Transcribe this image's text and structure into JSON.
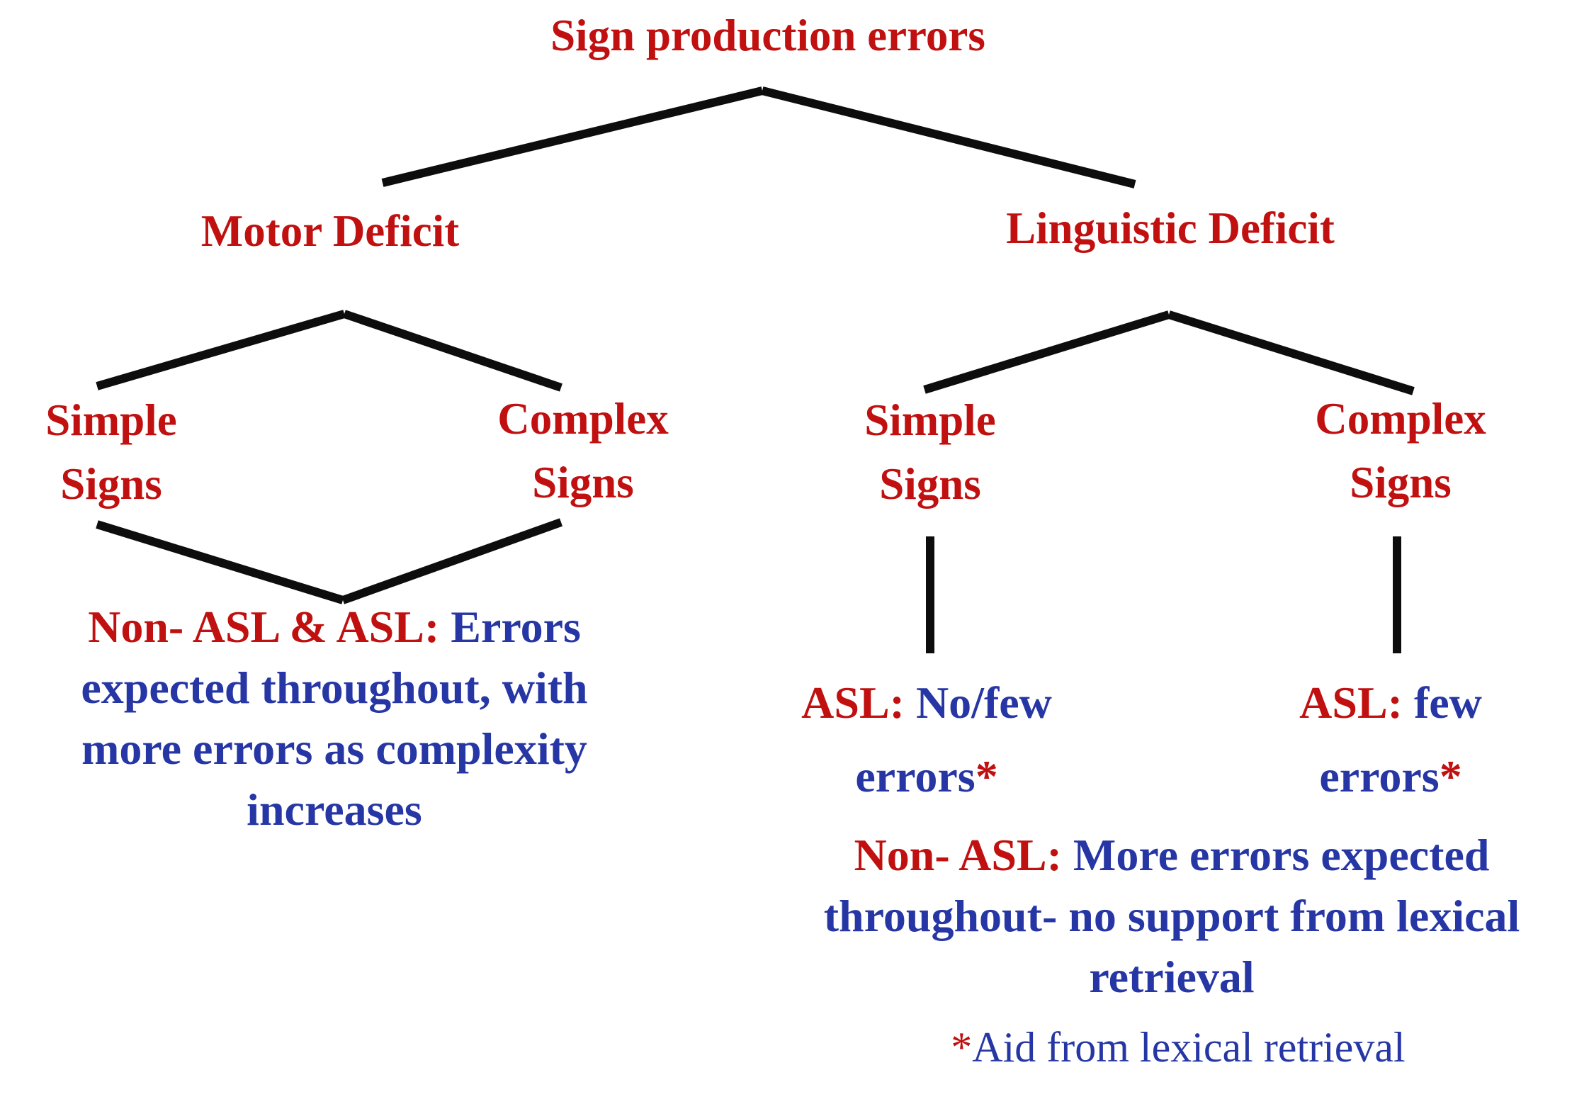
{
  "diagram": {
    "title": "Sign production errors",
    "colors": {
      "red": "#c01010",
      "blue": "#2636a4",
      "line": "#0d0d0d",
      "background": "#ffffff"
    },
    "branches": {
      "motor": {
        "label": "Motor Deficit"
      },
      "linguistic": {
        "label": "Linguistic Deficit"
      }
    },
    "nodes": {
      "motor_simple": {
        "line1": "Simple",
        "line2": "Signs"
      },
      "motor_complex": {
        "line1": "Complex",
        "line2": "Signs"
      },
      "ling_simple": {
        "line1": "Simple",
        "line2": "Signs"
      },
      "ling_complex": {
        "line1": "Complex",
        "line2": "Signs"
      }
    },
    "outcomes": {
      "motor": {
        "prefix_red": "Non- ASL & ASL:",
        "line1_rest": " Errors",
        "line2": "expected throughout, with",
        "line3": "more errors as complexity",
        "line4": "increases"
      },
      "ling_simple": {
        "prefix_red": "ASL:",
        "line1_rest": " No/few",
        "line2_word": "errors",
        "asterisk": "*"
      },
      "ling_complex": {
        "prefix_red": "ASL:",
        "line1_rest": " few",
        "line2_word": "errors",
        "asterisk": "*"
      },
      "ling_nonasl": {
        "prefix_red": "Non- ASL:",
        "line1_rest": " More errors expected",
        "line2": "throughout- no support from lexical",
        "line3": "retrieval"
      }
    },
    "footnote": {
      "asterisk": "*",
      "text": "Aid from lexical retrieval"
    }
  }
}
